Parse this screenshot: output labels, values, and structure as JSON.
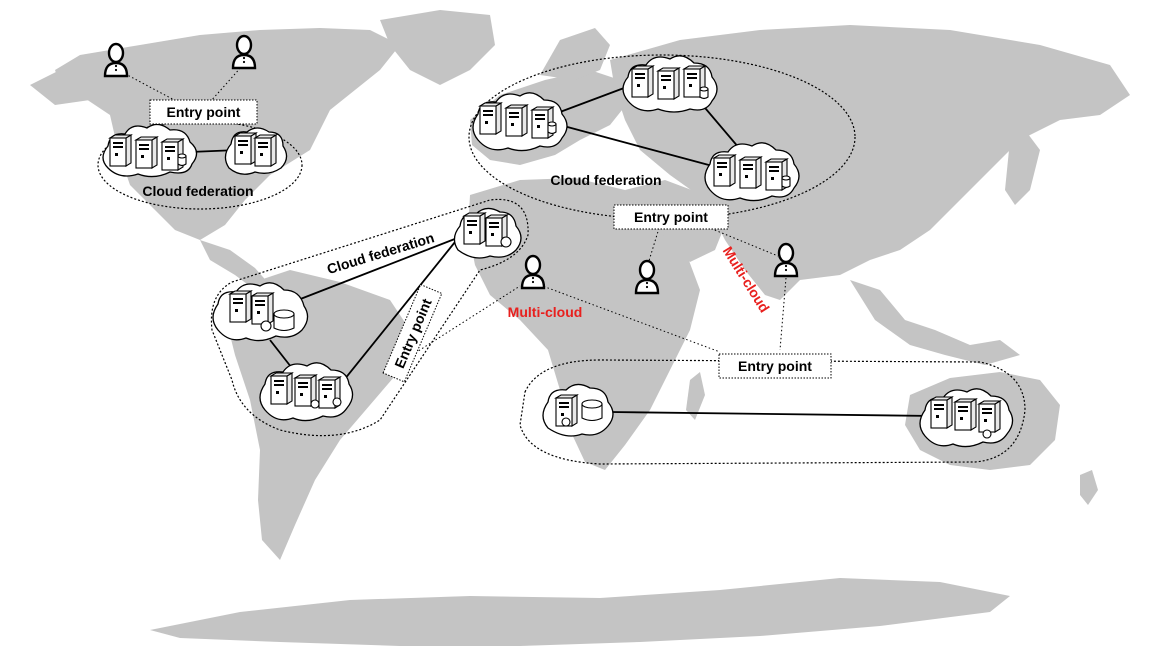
{
  "labels": {
    "entry_point_na": "Entry point",
    "cloud_federation_na": "Cloud federation",
    "cloud_federation_eu": "Cloud federation",
    "entry_point_eu": "Entry point",
    "cloud_federation_sa": "Cloud federation",
    "entry_point_sa": "Entry point",
    "multi_cloud_africa": "Multi-cloud",
    "multi_cloud_asia": "Multi-cloud",
    "entry_point_south": "Entry point"
  },
  "colors": {
    "land": "#c4c4c4",
    "multi_cloud_text": "#e8201e"
  },
  "icons": [
    "user-icon",
    "server-icon",
    "database-icon",
    "cloud-icon"
  ]
}
